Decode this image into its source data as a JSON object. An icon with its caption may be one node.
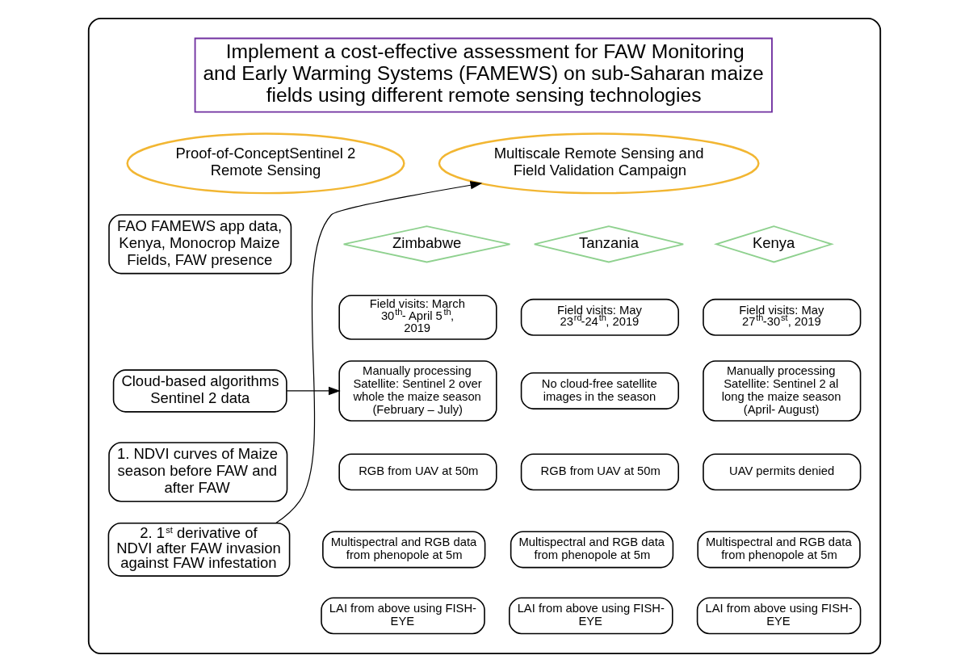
{
  "diagram": {
    "nodes": [
      {
        "text": [],
        "shape": "box"
      },
      {
        "text": [
          "Implement a cost-effective assessment for FAW Monitoring and Early Warming Systems (FAMEWS) on sub-Saharan maize fields using different remote sensing technologies"
        ],
        "in": 0
      },
      {
        "text": [
          "Proof-of-ConceptSentinel 2 Remote Sensing"
        ],
        "in": 0
      },
      {
        "text": [
          "FAO FAMEWS app data, Kenya, Monocrop Maize Fields, FAW presence"
        ],
        "in": 0
      },
      {
        "text": [
          "Cloud-based algorithms Sentinel 2 data"
        ],
        "in": 0
      },
      {
        "text": [
          "1. NDVI curves of Maize season before FAW and after FAW"
        ],
        "in": 0
      },
      {
        "text": [
          "2. 1$^{st}$ derivative of NDVI after FAW invasion against FAW infestation"
        ],
        "in": 0
      },
      {
        "text": [
          "Multiscale Remote Sensing and Field Validation Campaign"
        ],
        "in": 0
      },
      {
        "text": [
          "Zimbabwe"
        ],
        "in": 0
      },
      {
        "text": [
          "Tanzania"
        ],
        "in": 0
      },
      {
        "text": [
          "Kenya"
        ],
        "in": 0
      },
      {
        "text": [
          "Field visits: March 30$^{th}$- April 5$^{th}$, 2019"
        ],
        "in": 0
      },
      {
        "text": [
          "Manually processing Satellite: Sentinel 2 over whole the maize season (February – July)"
        ],
        "in": 0
      },
      {
        "text": [
          "RGB from UAV at 50m"
        ],
        "in": 0
      },
      {
        "text": [
          "Multispectral and RGB data from phenopole at 5m"
        ],
        "in": 0
      },
      {
        "text": [
          "LAI from above using FISH-EYE"
        ],
        "in": 0
      },
      {
        "text": [
          "Field visits: May 23$^{rd}$-24$^{th}$, 2019"
        ],
        "in": 0
      },
      {
        "text": [
          "No cloud-free satellite images in the season"
        ],
        "in": 0
      },
      {
        "text": [
          "RGB from UAV at 50m"
        ],
        "in": 0
      },
      {
        "text": [
          "Multispectral and RGB data from phenopole at 5m"
        ],
        "in": 0
      },
      {
        "text": [
          "LAI from above using FISH-EYE"
        ],
        "in": 0
      },
      {
        "text": [
          "Field visits: May 27$^{th}$-30$^{st}$, 2019"
        ],
        "in": 0
      },
      {
        "text": [
          "Manually processing Satellite: Sentinel 2 al long the maize season (April- August)"
        ],
        "in": 0
      },
      {
        "text": [
          "UAV permits denied"
        ],
        "in": 0
      },
      {
        "text": [
          "Multispectral and RGB data from phenopole at 5m"
        ],
        "in": 0
      },
      {
        "text": [
          "LAI from above using FISH-EYE"
        ],
        "in": 0
      }
    ],
    "edges": [
      {
        "from": 6,
        "to": 7,
        "arrow": "to"
      },
      {
        "from": 4,
        "to": 12,
        "arrow": "to"
      }
    ]
  }
}
